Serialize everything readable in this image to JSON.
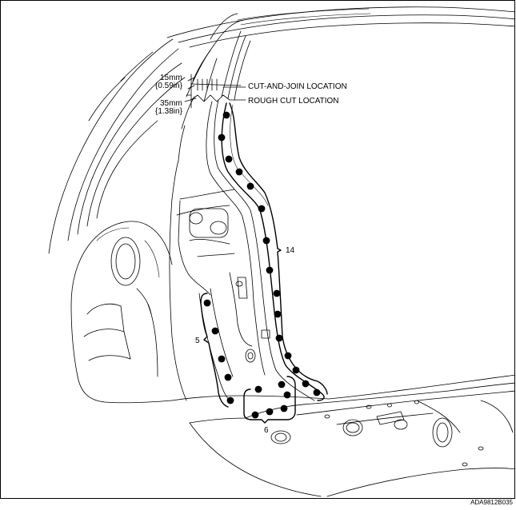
{
  "labels": {
    "dim_upper_mm": "15mm",
    "dim_upper_in": "{0.59in}",
    "dim_lower_mm": "35mm",
    "dim_lower_in": "{1.38in}",
    "cut_and_join": "CUT-AND-JOIN LOCATION",
    "rough_cut": "ROUGH CUT LOCATION",
    "count_pillar": "14",
    "count_inner": "5",
    "count_sill": "6"
  },
  "figure_code": "ADA9812B035",
  "colors": {
    "line": "#000000",
    "background": "#ffffff"
  }
}
